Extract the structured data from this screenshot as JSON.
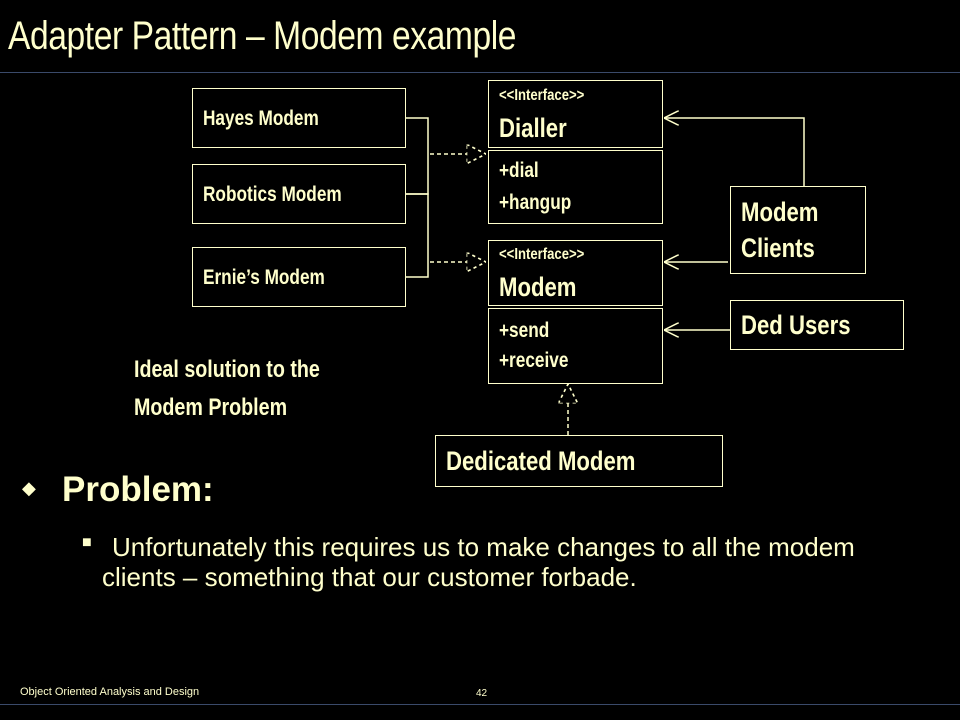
{
  "slide": {
    "title": "Adapter Pattern – Modem example",
    "footer": "Object Oriented Analysis and Design",
    "page_number": "42"
  },
  "diagram": {
    "modems": [
      "Hayes Modem",
      "Robotics Modem",
      "Ernie’s Modem"
    ],
    "dialler": {
      "stereotype": "<<Interface>>",
      "name": "Dialler",
      "ops": [
        "+dial",
        "+hangup"
      ]
    },
    "modem_iface": {
      "stereotype": "<<Interface>>",
      "name": "Modem",
      "ops": [
        "+send",
        "+receive"
      ]
    },
    "modem_clients": [
      "Modem",
      "Clients"
    ],
    "ded_users": "Ded Users",
    "dedicated_modem": "Dedicated Modem",
    "caption": [
      "Ideal solution to the",
      "Modem Problem"
    ]
  },
  "bullets": {
    "level1_icon": "diamond-bullet-icon",
    "level1_text": "Problem:",
    "level2_icon": "square-bullet-icon",
    "level2_text": "Unfortunately this requires us to make changes to all the modem clients – something that our customer forbade."
  }
}
